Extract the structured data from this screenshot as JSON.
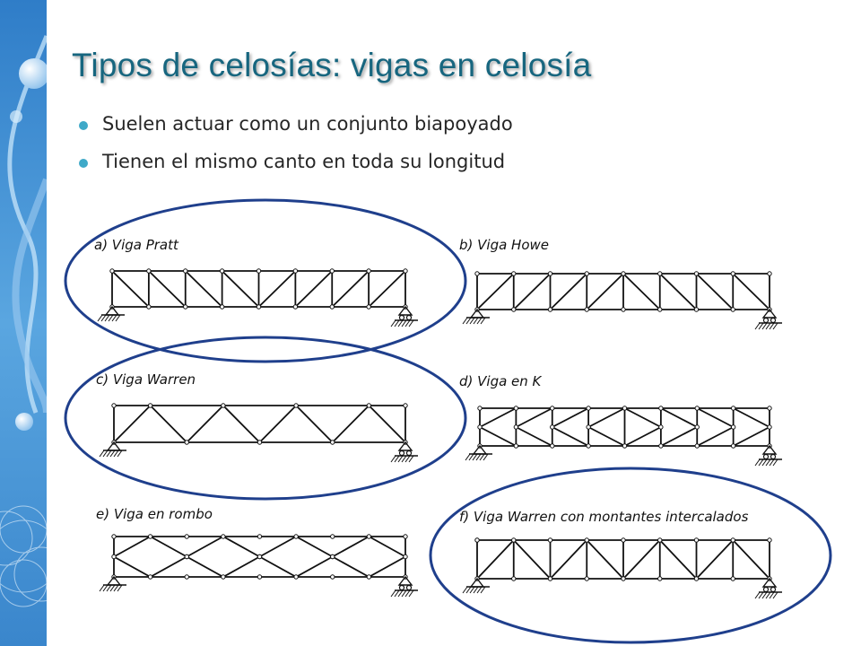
{
  "slide": {
    "title": "Tipos de celosías: vigas en celosía",
    "bullets": [
      "Suelen actuar como un conjunto biapoyado",
      "Tienen el mismo canto en toda su longitud"
    ]
  },
  "trusses": [
    {
      "label": "a) Viga Pratt",
      "highlighted": true
    },
    {
      "label": "b) Viga Howe",
      "highlighted": false
    },
    {
      "label": "c) Viga Warren",
      "highlighted": true
    },
    {
      "label": "d) Viga en K",
      "highlighted": false
    },
    {
      "label": "e) Viga en rombo",
      "highlighted": false
    },
    {
      "label": "f) Viga Warren con montantes intercalados",
      "highlighted": true
    }
  ],
  "colors": {
    "title": "#17667f",
    "bullet": "#3fa9c8",
    "highlight_ellipse": "#1f3f8c",
    "sidebar": "#4a8fd0"
  }
}
